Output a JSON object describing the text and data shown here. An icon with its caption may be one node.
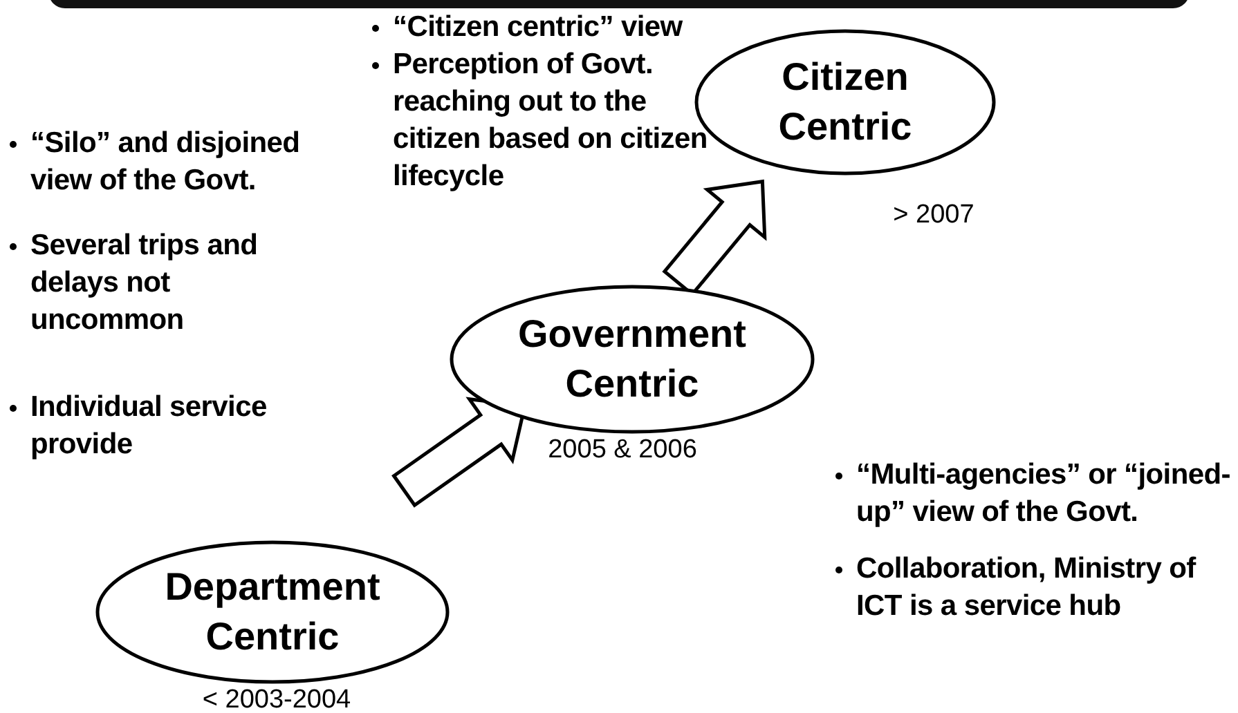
{
  "diagram": {
    "nodes": [
      {
        "text": [
          "Department Centric"
        ],
        "beside": [
          "< 2003-2004"
        ]
      },
      {
        "text": [
          "Government Centric"
        ],
        "beside": [
          "2005 & 2006"
        ]
      },
      {
        "text": [
          "Citizen Centric"
        ],
        "beside": [
          "> 2007"
        ]
      }
    ],
    "edges": [
      {
        "from": 0,
        "to": 1,
        "arrow": "to"
      },
      {
        "from": 1,
        "to": 2,
        "arrow": "to"
      }
    ],
    "labels": [
      "“Citizen centric” view",
      "Perception of Govt. reaching out to the citizen based on citizen lifecycle",
      "“Silo” and disjoined view of the Govt.",
      "Several trips and delays not uncommon",
      "Individual service provide",
      "“Multi-agencies” or “joined-up” view of the Govt.",
      "Collaboration, Ministry of ICT is a service hub"
    ]
  }
}
